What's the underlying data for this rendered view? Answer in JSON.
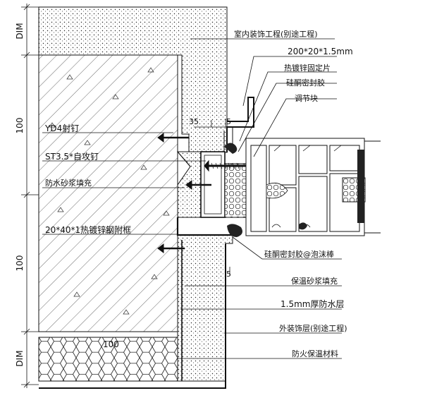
{
  "dimensions": {
    "left_labels": [
      "DIM",
      "100",
      "100",
      "DIM"
    ],
    "top_small": [
      "35",
      "5"
    ],
    "side_small": "5",
    "bottom_inner": "100"
  },
  "labels": {
    "interior_finish": "室内装饰工程(别途工程)",
    "fixing_plate_size": "200*20*1.5mm",
    "fixing_plate": "热镀锌固定片",
    "silicone_sealant_top": "硅酮密封胶",
    "adjust_block": "调节块",
    "yd_nail": "YD4射钉",
    "st_screw": "ST3.5*自攻钉",
    "mortar_fill": "防水砂浆填充",
    "steel_frame": "20*40*1热镀锌钢附框",
    "sealant_foam": "硅酮密封胶@泡沫棒",
    "insulation_mortar": "保温砂浆填充",
    "waterproof_layer": "1.5mm厚防水层",
    "exterior_finish": "外装饰层(别途工程)",
    "fire_insulation": "防火保温材料"
  },
  "colors": {
    "line": "#111111",
    "hatch": "#333333",
    "background": "#ffffff"
  }
}
